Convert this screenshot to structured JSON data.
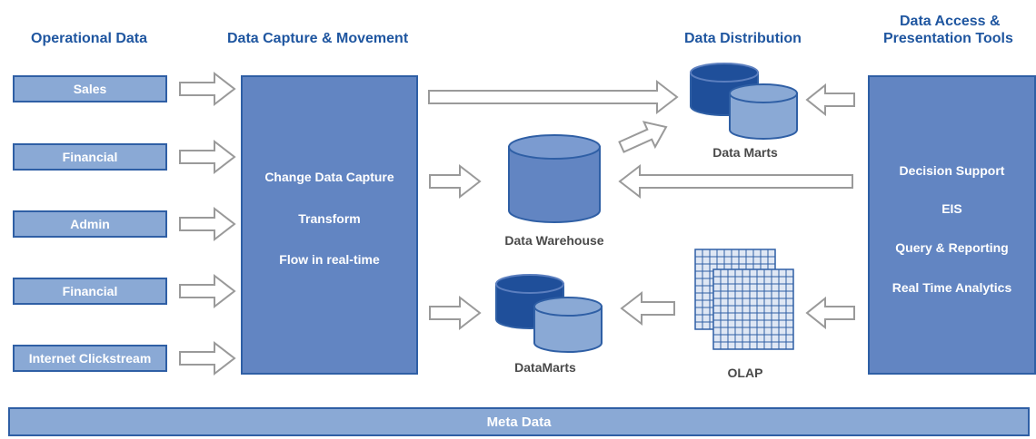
{
  "headings": {
    "operational": "Operational Data",
    "capture": "Data Capture & Movement",
    "distribution": "Data Distribution",
    "access_line1": "Data Access &",
    "access_line2": "Presentation Tools"
  },
  "sources": [
    "Sales",
    "Financial",
    "Admin",
    "Financial",
    "Internet Clickstream"
  ],
  "capture_box": {
    "lines": [
      "Change Data Capture",
      "Transform",
      "Flow in real-time"
    ]
  },
  "nodes": {
    "data_marts": "Data Marts",
    "data_warehouse": "Data Warehouse",
    "datamarts_lower": "DataMarts",
    "olap": "OLAP"
  },
  "tools_box": {
    "lines": [
      "Decision Support",
      "EIS",
      "Query & Reporting",
      "Real Time Analytics"
    ]
  },
  "meta_bar": "Meta Data",
  "colors": {
    "heading_text": "#1f56a0",
    "box_fill_light": "#8aa9d5",
    "box_fill_mid": "#6285c2",
    "cylinder_dark": "#1f4f9a",
    "border": "#2f5fa5",
    "arrow_outline": "#9a9a9a"
  }
}
